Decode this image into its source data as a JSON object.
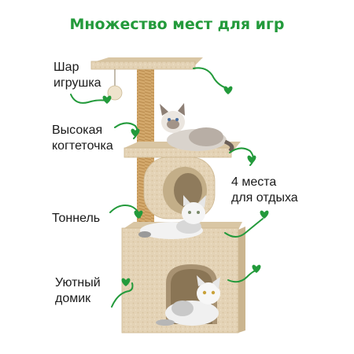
{
  "title": "Множество мест для игр",
  "colors": {
    "accent": "#239a3b",
    "plush": "#e4d3b6",
    "sisal": "#d3a86b"
  },
  "labels": {
    "toy_ball": [
      "Шар",
      "игрушка"
    ],
    "scratcher": [
      "Высокая",
      "когтеточка"
    ],
    "rest_places": [
      "4 места",
      "для отдыха"
    ],
    "tunnel": "Тоннель",
    "house": [
      "Уютный",
      "домик"
    ]
  },
  "icons": [
    "heart-arrow-icon"
  ]
}
